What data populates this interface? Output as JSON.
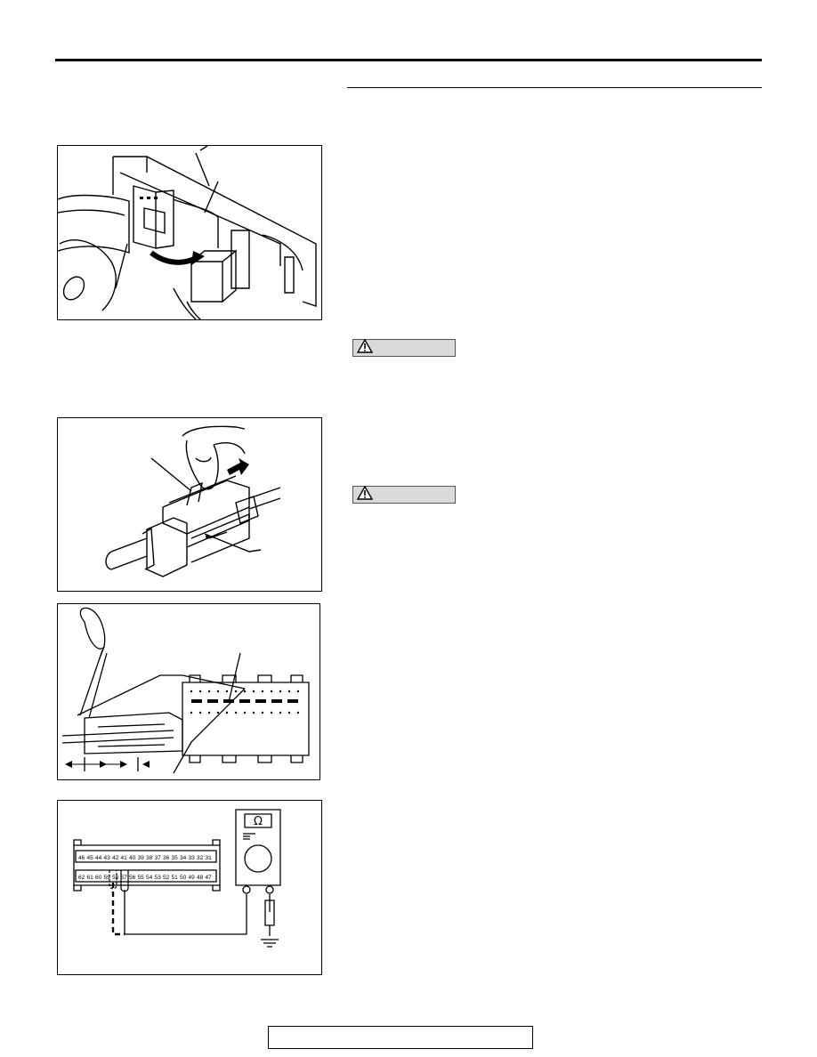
{
  "page": {
    "caution_boxes": [
      {
        "icon": "warning-triangle-icon",
        "label": ""
      },
      {
        "icon": "warning-triangle-icon",
        "label": ""
      }
    ],
    "footer_text": ""
  },
  "figure4": {
    "meter_symbol": "Ω",
    "pins_top": [
      "46",
      "45",
      "44",
      "43",
      "42",
      "41",
      "40",
      "39",
      "38",
      "37",
      "36",
      "35",
      "34",
      "33",
      "32",
      "31"
    ],
    "pins_bottom": [
      "62",
      "61",
      "60",
      "59",
      "58",
      "57",
      "56",
      "55",
      "54",
      "53",
      "52",
      "51",
      "50",
      "49",
      "48",
      "47"
    ]
  }
}
